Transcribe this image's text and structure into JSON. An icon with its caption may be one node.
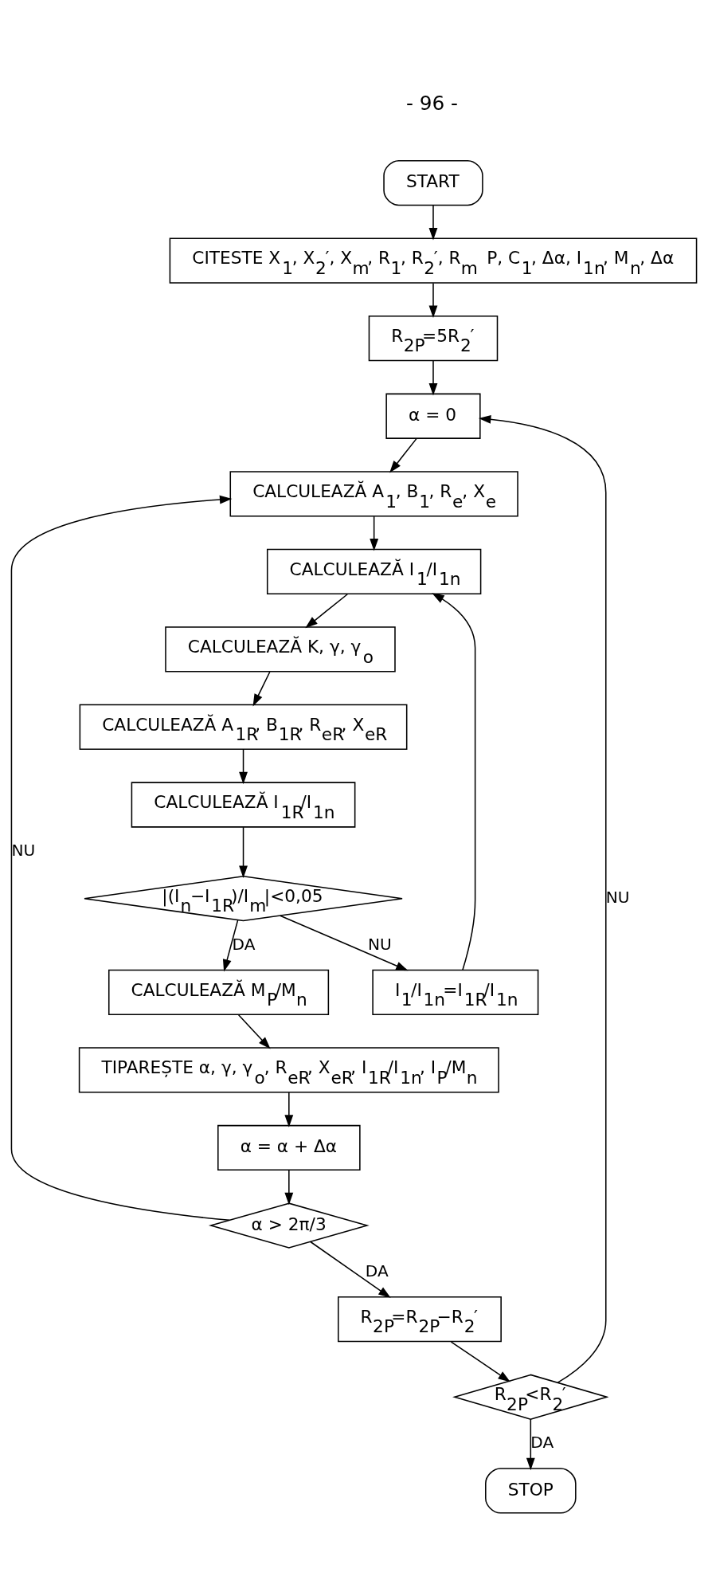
{
  "diagram": {
    "nodes": [
      {
        "text": [
          "START"
        ]
      },
      {
        "text": [
          "CITESTE X$_{1}$, X$_{2}$′, X$_{m}$, R$_{1}$, R$_{2}$′, R$_{m}$ P, C$_{1}$, Δα, I$_{1n}$, M$_{n}$, Δα"
        ]
      },
      {
        "text": [
          "R$_{2P}$=5R$_{2}$′"
        ]
      },
      {
        "text": [
          "α = 0"
        ]
      },
      {
        "text": [
          "CALCULEAZĂ A$_{1}$, B$_{1}$, R$_{e}$, X$_{e}$"
        ]
      },
      {
        "text": [
          "CALCULEAZĂ I$_{1}$/I$_{1n}$"
        ]
      },
      {
        "text": [
          "CALCULEAZĂ K, γ, γ$_{o}$"
        ]
      },
      {
        "text": [
          "CALCULEAZĂ A$_{1R}$, B$_{1R}$, R$_{eR}$, X$_{eR}$"
        ]
      },
      {
        "text": [
          "CALCULEAZĂ I$_{1R}$/I$_{1n}$"
        ]
      },
      {
        "text": [
          "|(I$_{n}$−I$_{1R}$)/I$_{m}$|<0,05"
        ]
      },
      {
        "text": [
          "I$_{1}$/I$_{1n}$=I$_{1R}$/I$_{1n}$"
        ]
      },
      {
        "text": [
          "CALCULEAZĂ M$_{P}$/M$_{n}$"
        ]
      },
      {
        "text": [
          "TIPAREȘTE α, γ, γ$_{o}$, R$_{eR}$, X$_{eR}$, I$_{1R}$/I$_{1n}$, I$_{P}$/M$_{n}$"
        ]
      },
      {
        "text": [
          "α = α + Δα"
        ]
      },
      {
        "text": [
          "α > 2π/3"
        ]
      },
      {
        "text": [
          "R$_{2P}$=R$_{2P}$−R$_{2}$′"
        ]
      },
      {
        "text": [
          "R$_{2P}$<R$_{2}$′"
        ]
      },
      {
        "text": [
          "STOP"
        ]
      }
    ],
    "edges": [
      {
        "from": 0,
        "to": 1,
        "arrow": "to"
      },
      {
        "from": 1,
        "to": 2,
        "arrow": "to"
      },
      {
        "from": 2,
        "to": 3,
        "arrow": "to"
      },
      {
        "from": 3,
        "to": 4,
        "arrow": "to"
      },
      {
        "from": 4,
        "to": 5,
        "arrow": "to"
      },
      {
        "from": 5,
        "to": 6,
        "arrow": "to"
      },
      {
        "from": 6,
        "to": 7,
        "arrow": "to"
      },
      {
        "from": 7,
        "to": 8,
        "arrow": "to"
      },
      {
        "from": 8,
        "to": 9,
        "arrow": "to"
      },
      {
        "from": 9,
        "to": 10,
        "arrow": "to",
        "label": "NU"
      },
      {
        "from": 10,
        "to": 5,
        "arrow": "to"
      },
      {
        "from": 9,
        "to": 11,
        "arrow": "to",
        "label": "DA"
      },
      {
        "from": 11,
        "to": 12,
        "arrow": "to"
      },
      {
        "from": 12,
        "to": 13,
        "arrow": "to"
      },
      {
        "from": 13,
        "to": 14,
        "arrow": "to"
      },
      {
        "from": 14,
        "to": 4,
        "arrow": "to",
        "label": "NU"
      },
      {
        "from": 14,
        "to": 15,
        "arrow": "to",
        "label": "DA"
      },
      {
        "from": 15,
        "to": 16,
        "arrow": "to"
      },
      {
        "from": 16,
        "to": 3,
        "arrow": "to",
        "label": "NU"
      },
      {
        "from": 16,
        "to": 17,
        "arrow": "to",
        "label": "DA"
      }
    ],
    "labels": [
      "- 96 -"
    ]
  }
}
